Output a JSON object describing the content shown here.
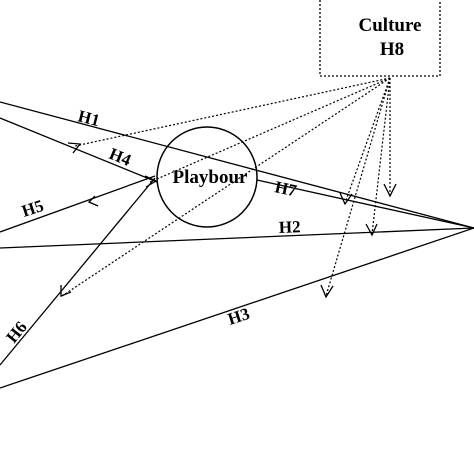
{
  "culture_box": {
    "title": "Culture",
    "hypothesis": "H8"
  },
  "playbour_node": {
    "label": "Playbour"
  },
  "hypotheses": {
    "h1": "H1",
    "h2": "H2",
    "h3": "H3",
    "h4": "H4",
    "h5": "H5",
    "h6": "H6",
    "h7": "H7"
  }
}
